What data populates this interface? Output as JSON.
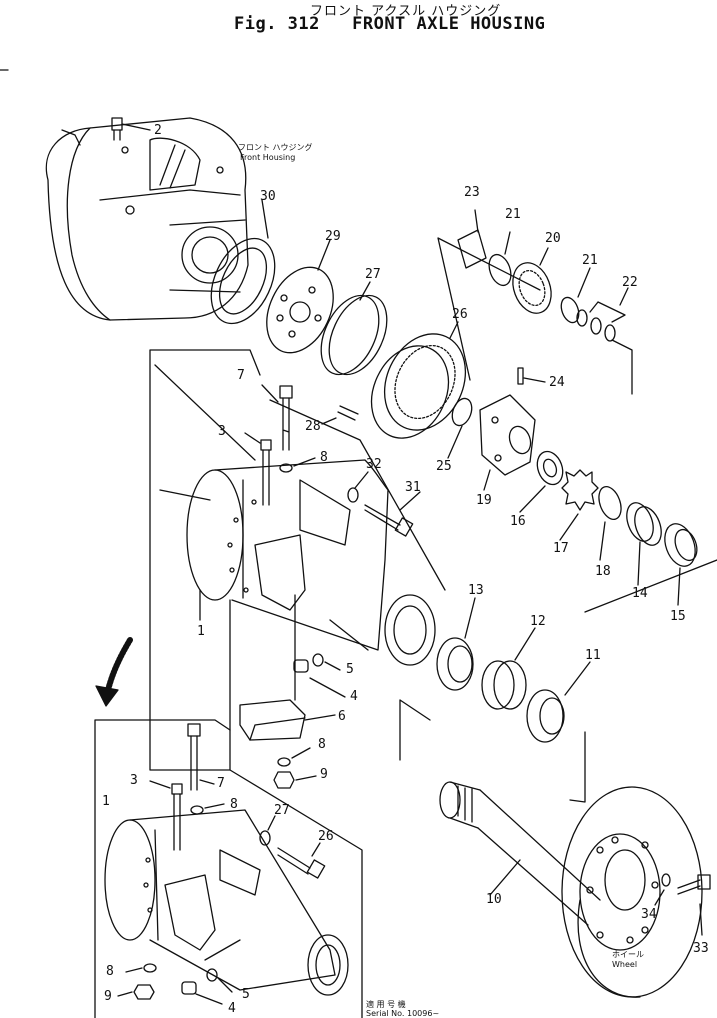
{
  "title": {
    "jp": "フロント アクスル ハウジング",
    "figure": "Fig. 312",
    "en": "FRONT AXLE HOUSING"
  },
  "notes": {
    "front_housing_jp": "フロント ハウジング",
    "front_housing_en": "Front Housing",
    "wheel_jp": "ホイール",
    "wheel_en": "Wheel",
    "serial_jp": "適 用 号 機",
    "serial_en": "Serial No. 10096~"
  },
  "callouts": {
    "c1a": "1",
    "c1b": "1",
    "c2": "2",
    "c3a": "3",
    "c3b": "3",
    "c4a": "4",
    "c4b": "4",
    "c5a": "5",
    "c5b": "5",
    "c6": "6",
    "c7a": "7",
    "c7b": "7",
    "c8a": "8",
    "c8b": "8",
    "c8c": "8",
    "c8d": "8",
    "c9a": "9",
    "c9b": "9",
    "c10": "10",
    "c11": "11",
    "c12": "12",
    "c13": "13",
    "c14": "14",
    "c15": "15",
    "c16": "16",
    "c17": "17",
    "c18": "18",
    "c19": "19",
    "c20": "20",
    "c21a": "21",
    "c21b": "21",
    "c22": "22",
    "c23": "23",
    "c24": "24",
    "c25": "25",
    "c26a": "26",
    "c26b": "26",
    "c27a": "27",
    "c27b": "27",
    "c28": "28",
    "c29": "29",
    "c30": "30",
    "c31": "31",
    "c32": "32",
    "c33": "33",
    "c34": "34"
  }
}
